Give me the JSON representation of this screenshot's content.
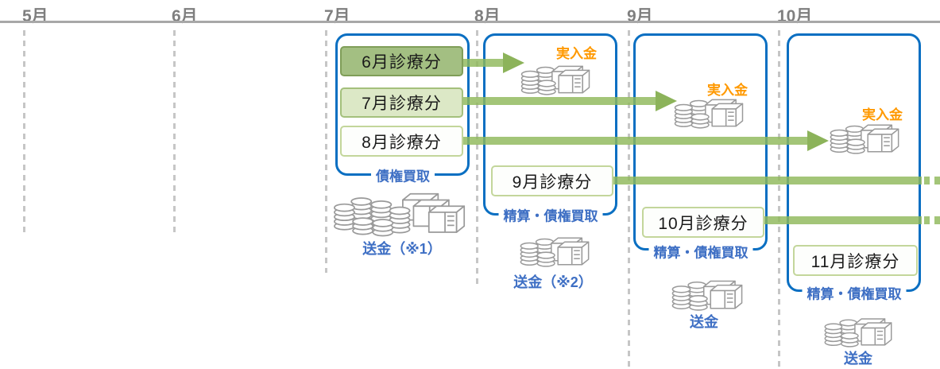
{
  "header": {
    "months": [
      "5月",
      "6月",
      "7月",
      "8月",
      "9月",
      "10月"
    ]
  },
  "claim_boxes": [
    {
      "label": "6月診療分"
    },
    {
      "label": "7月診療分"
    },
    {
      "label": "8月診療分"
    },
    {
      "label": "9月診療分"
    },
    {
      "label": "10月診療分"
    },
    {
      "label": "11月診療分"
    }
  ],
  "bracket_labels": [
    {
      "label": "債権買取"
    },
    {
      "label": "精算・債権買取"
    },
    {
      "label": "精算・債権買取"
    },
    {
      "label": "精算・債権買取"
    }
  ],
  "deposit_labels": [
    {
      "label": "実入金"
    },
    {
      "label": "実入金"
    },
    {
      "label": "実入金"
    }
  ],
  "remittance_labels": [
    {
      "label": "送金（※1）"
    },
    {
      "label": "送金（※2）"
    },
    {
      "label": "送金"
    },
    {
      "label": "送金"
    }
  ],
  "colors": {
    "block_border_blue": "#0a6fc2",
    "label_blue": "#3e6fc4",
    "deposit_orange": "#ff9900",
    "arrow_green": "#8cb35a",
    "box_dark_green_fill": "#a3bf82",
    "box_light_green_fill": "#dce8c6",
    "box_border_green": "#c3d69b",
    "month_text_gray": "#7f7f7f",
    "gridline_gray": "#a8a8a8"
  }
}
